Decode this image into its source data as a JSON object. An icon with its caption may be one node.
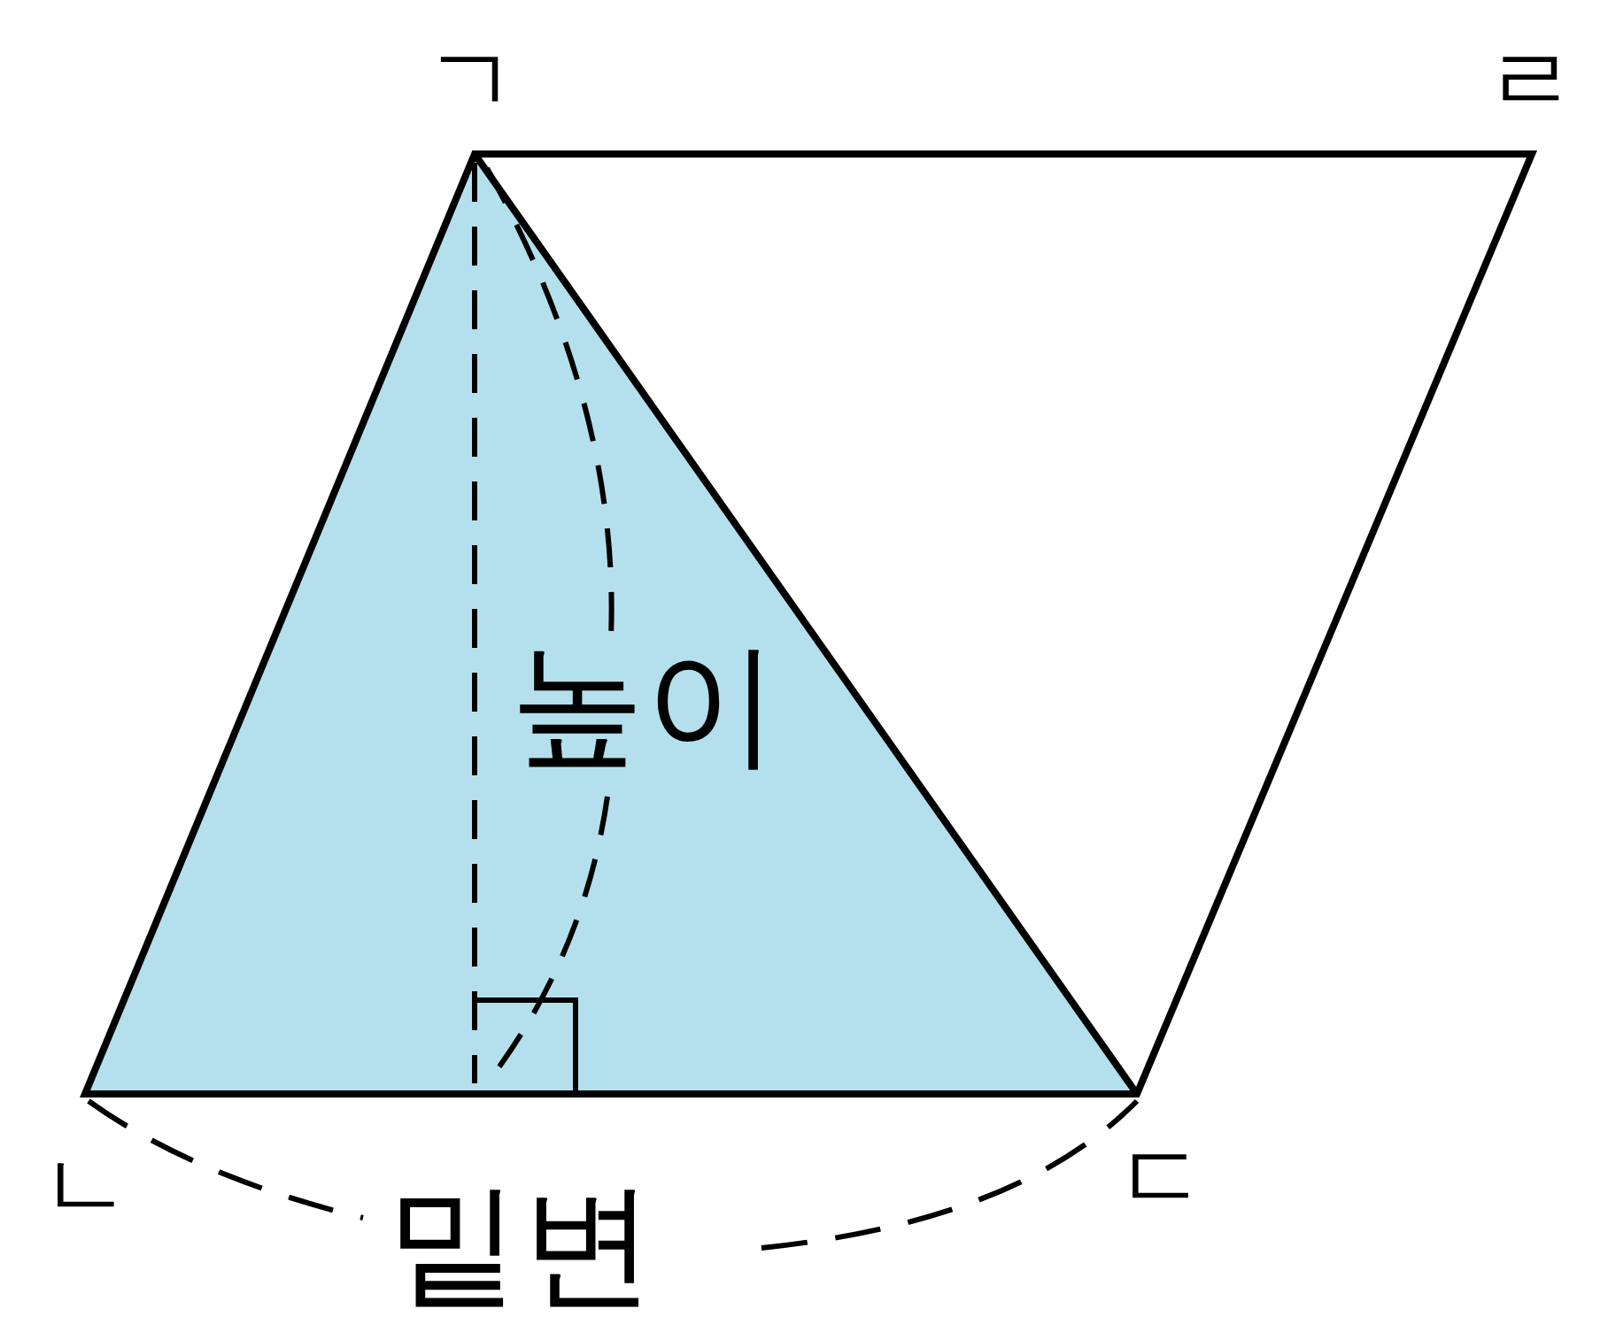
{
  "diagram": {
    "labels": [
      "ㄱ",
      "ㄹ",
      "높이",
      "ㄴ",
      "밑변",
      "ㄷ"
    ]
  }
}
